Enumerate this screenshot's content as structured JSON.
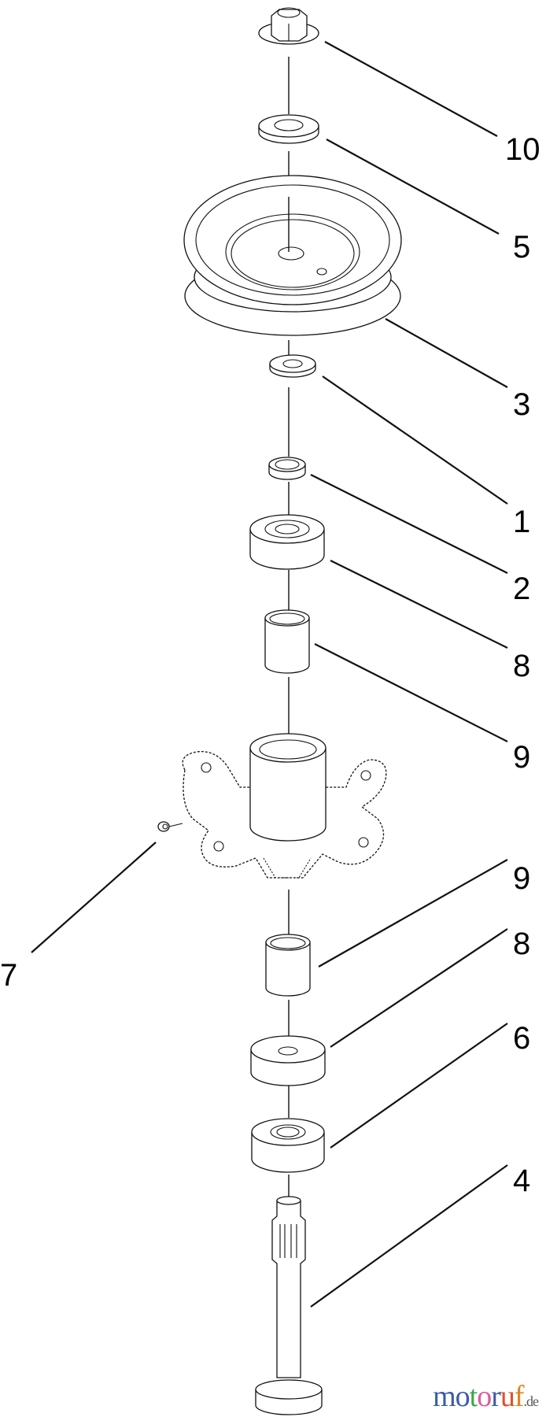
{
  "diagram": {
    "type": "exploded parts diagram",
    "callouts": [
      "10",
      "5",
      "3",
      "1",
      "2",
      "8",
      "9",
      "9",
      "8",
      "6",
      "4",
      "7"
    ]
  },
  "watermark": {
    "text": "motoruf",
    "suffix": ".de",
    "letter_colors": [
      "#3b5bab",
      "#3b5bab",
      "#3aa648",
      "#e0589a",
      "#3b5bab",
      "#e0502a",
      "#e87f1a",
      "#f0c020"
    ]
  }
}
